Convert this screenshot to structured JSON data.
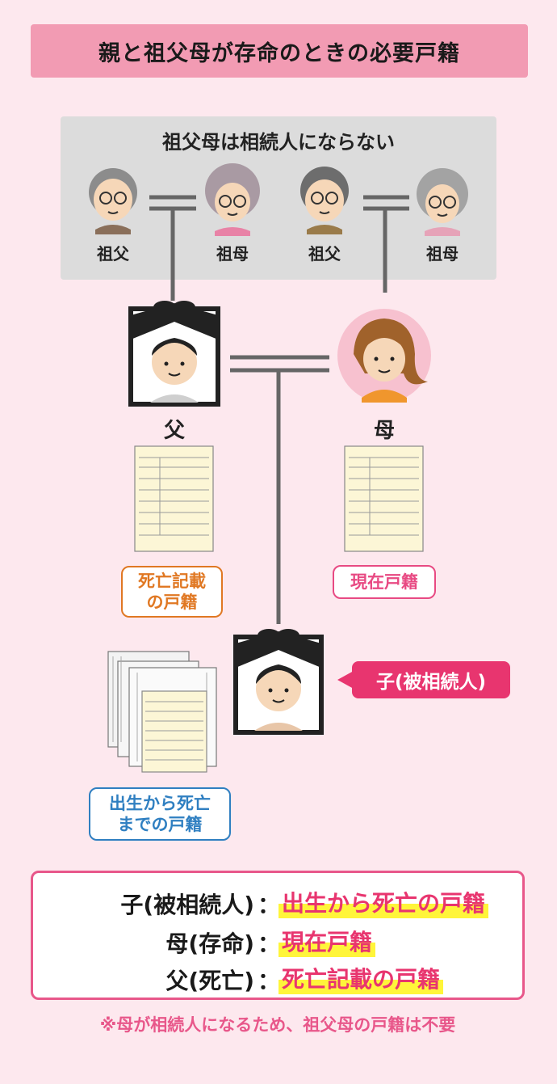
{
  "title": "親と祖父母が存命のときの必要戸籍",
  "grandparents": {
    "heading": "祖父母は相続人にならない",
    "labels": [
      "祖父",
      "祖母",
      "祖父",
      "祖母"
    ]
  },
  "father": {
    "label": "父",
    "doc_tag_line1": "死亡記載",
    "doc_tag_line2": "の戸籍"
  },
  "mother": {
    "label": "母",
    "doc_tag": "現在戸籍"
  },
  "child": {
    "tag": "子(被相続人)",
    "doc_tag_line1": "出生から死亡",
    "doc_tag_line2": "までの戸籍"
  },
  "summary": [
    {
      "left": "子(被相続人)",
      "colon": "：",
      "right": "出生から死亡の戸籍"
    },
    {
      "left": "母(存命)",
      "colon": "：",
      "right": "現在戸籍"
    },
    {
      "left": "父(死亡)",
      "colon": "：",
      "right": "死亡記載の戸籍"
    }
  ],
  "footnote": "※母が相続人になるため、祖父母の戸籍は不要",
  "colors": {
    "background": "#fde8ee",
    "title_bar": "#f29bb3",
    "accent_pink": "#e8356f",
    "orange": "#e07823",
    "blue": "#2f7fc1",
    "highlight": "#fff53a"
  }
}
